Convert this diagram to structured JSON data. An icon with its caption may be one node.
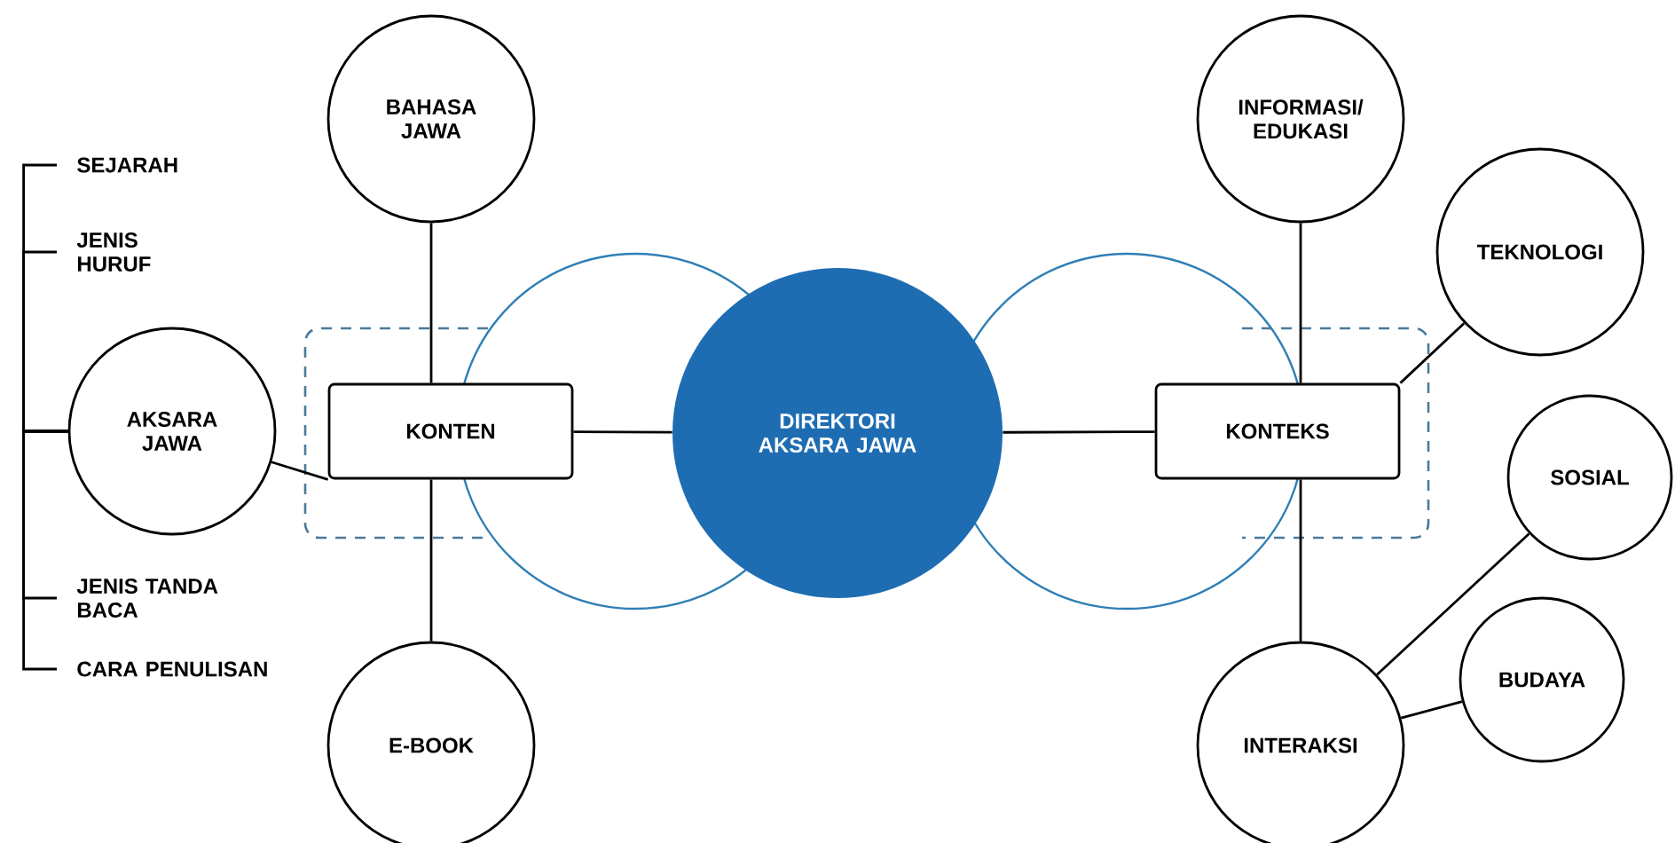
{
  "diagram": {
    "nodes": [
      {
        "text": [
          "BAHASA JAWA"
        ]
      },
      {
        "text": [
          "INFORMASI/ EDUKASI"
        ]
      },
      {
        "text": [
          "SEJARAH"
        ]
      },
      {
        "text": [
          "TEKNOLOGI"
        ]
      },
      {
        "text": [
          "JENIS HURUF"
        ]
      },
      {
        "text": [
          "AKSARA JAWA"
        ]
      },
      {
        "text": [
          "KONTEN"
        ]
      },
      {
        "text": [
          "DIREKTORI AKSARA JAWA"
        ]
      },
      {
        "text": [
          "KONTEKS"
        ]
      },
      {
        "text": [
          "SOSIAL"
        ]
      },
      {
        "text": [
          "BUDAYA"
        ]
      },
      {
        "text": [
          "JENIS TANDA BACA"
        ]
      },
      {
        "text": [
          "CARA PENULISAN"
        ]
      },
      {
        "text": [
          "E-BOOK"
        ]
      },
      {
        "text": [
          "INTERAKSI"
        ]
      }
    ],
    "edges": [
      {
        "from": 6,
        "to": 7,
        "arrow": "none"
      },
      {
        "from": 7,
        "to": 8,
        "arrow": "none"
      },
      {
        "from": 6,
        "to": 0,
        "arrow": "none"
      },
      {
        "from": 6,
        "to": 13,
        "arrow": "none"
      },
      {
        "from": 6,
        "to": 5,
        "arrow": "none"
      },
      {
        "from": 8,
        "to": 1,
        "arrow": "none"
      },
      {
        "from": 8,
        "to": 3,
        "arrow": "none"
      },
      {
        "from": 8,
        "to": 14,
        "arrow": "none"
      },
      {
        "from": 14,
        "to": 9,
        "arrow": "none"
      },
      {
        "from": 14,
        "to": 10,
        "arrow": "none"
      },
      {
        "from": 5,
        "to": 2,
        "arrow": "none"
      },
      {
        "from": 5,
        "to": 4,
        "arrow": "none"
      },
      {
        "from": 5,
        "to": 11,
        "arrow": "none"
      },
      {
        "from": 5,
        "to": 12,
        "arrow": "none"
      }
    ]
  }
}
